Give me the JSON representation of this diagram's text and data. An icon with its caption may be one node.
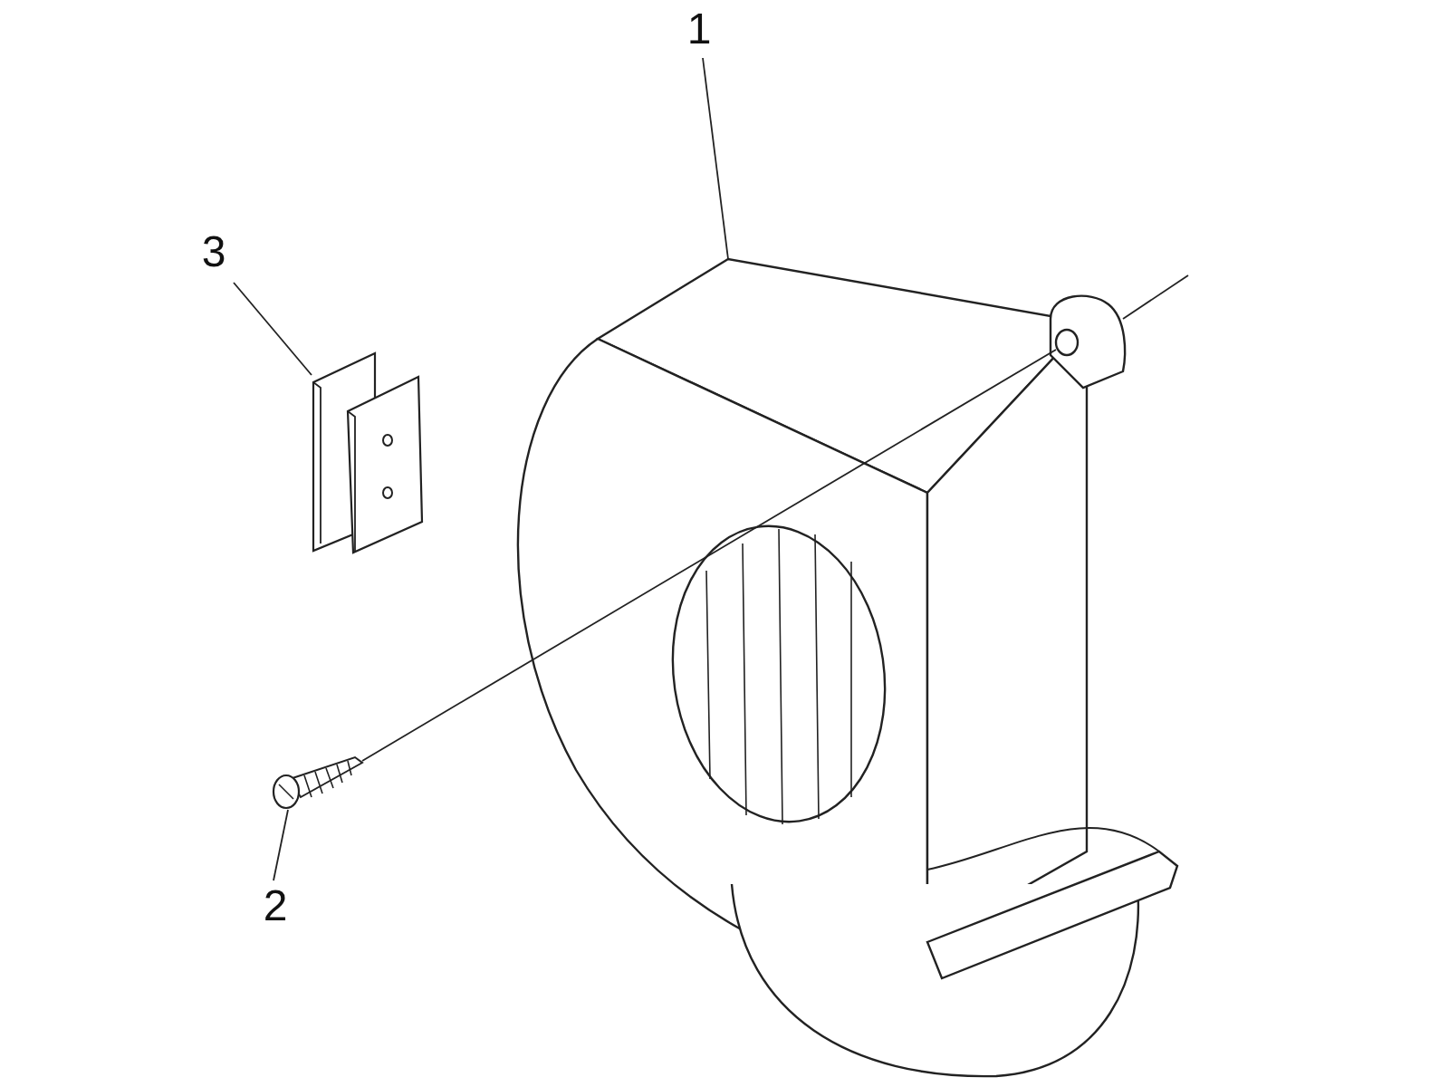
{
  "diagram": {
    "nodes": [
      {
        "text": [
          "1"
        ]
      },
      {
        "text": [],
        "shape": "picture"
      },
      {
        "text": [
          "2"
        ]
      },
      {
        "text": [],
        "shape": "picture"
      },
      {
        "text": [
          "3"
        ]
      },
      {
        "text": [],
        "shape": "picture"
      }
    ],
    "edges": [
      {
        "from": 0,
        "to": 1,
        "arrow": "none"
      },
      {
        "from": 2,
        "to": 3,
        "arrow": "none"
      },
      {
        "from": 4,
        "to": 5,
        "arrow": "none"
      },
      {
        "from": 3,
        "to": 1,
        "arrow": "none"
      }
    ]
  }
}
